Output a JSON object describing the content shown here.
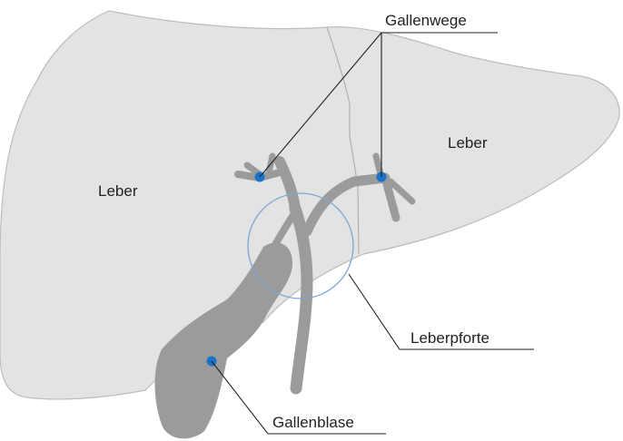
{
  "diagram": {
    "labels": {
      "liver_left": "Leber",
      "liver_right": "Leber",
      "bile_ducts": "Gallenwege",
      "liver_hilum": "Leberpforte",
      "gallbladder": "Gallenblase"
    },
    "colors": {
      "liver_fill": "#e3e3e3",
      "liver_outline": "#bcbcbc",
      "duct_fill": "#9b9b9b",
      "marker": "#1a73c8",
      "hilum_circle": "#7ea6d8",
      "leader_line": "#222222"
    }
  }
}
